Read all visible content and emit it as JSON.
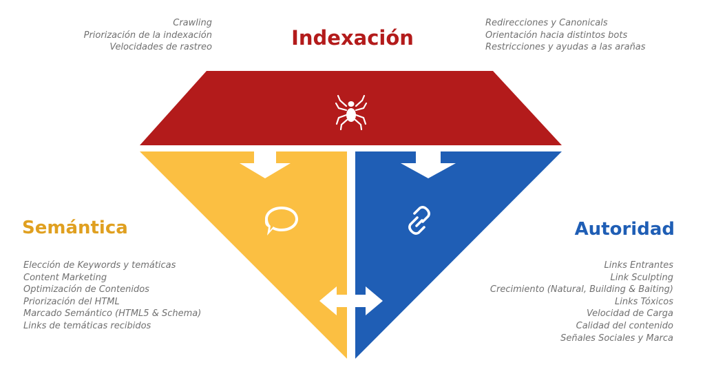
{
  "colors": {
    "indexacion": "#b31b1b",
    "semantica": "#fbbf42",
    "semantica_text": "#e0a020",
    "autoridad": "#1f5eb5",
    "text_gray": "#707070"
  },
  "indexacion": {
    "title": "Indexación",
    "icon": "spider-icon",
    "left_items": [
      "Crawling",
      "Priorización de la indexación",
      "Velocidades de rastreo"
    ],
    "right_items": [
      "Redirecciones y Canonicals",
      "Orientación hacia distintos bots",
      "Restricciones y ayudas a las arañas"
    ]
  },
  "semantica": {
    "title": "Semántica",
    "icon": "speech-bubble-icon",
    "items": [
      "Elección de Keywords y temáticas",
      "Content Marketing",
      "Optimización de Contenidos",
      "Priorización del HTML",
      "Marcado Semántico (HTML5 & Schema)",
      "Links de temáticas recibidos"
    ]
  },
  "autoridad": {
    "title": "Autoridad",
    "icon": "link-icon",
    "items": [
      "Links Entrantes",
      "Link Sculpting",
      "Crecimiento (Natural, Building & Baiting)",
      "Links Tóxicos",
      "Velocidad de Carga",
      "Calidad del contenido",
      "Señales Sociales y Marca"
    ]
  }
}
